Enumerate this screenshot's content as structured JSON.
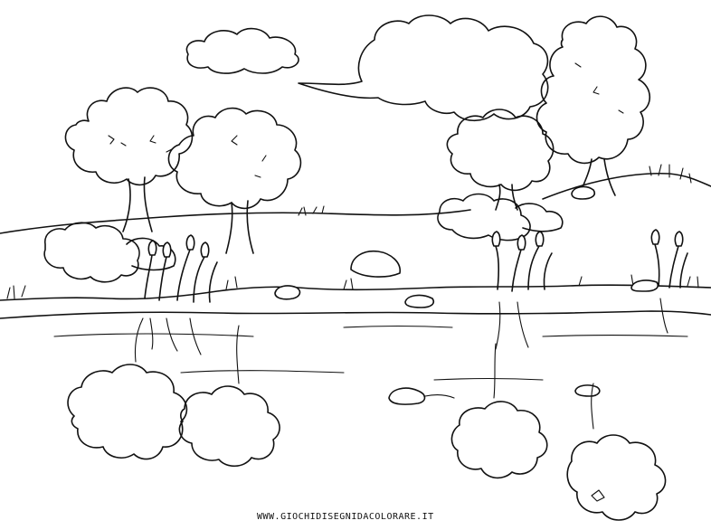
{
  "image": {
    "kind": "line-art coloring page",
    "subject": "pond with trees, reeds, rocks and reflections"
  },
  "palette": {
    "ink": "#111111",
    "paper": "#ffffff"
  },
  "watermark": {
    "text": "WWW.GIOCHIDISEGNIDACOLORARE.IT"
  }
}
